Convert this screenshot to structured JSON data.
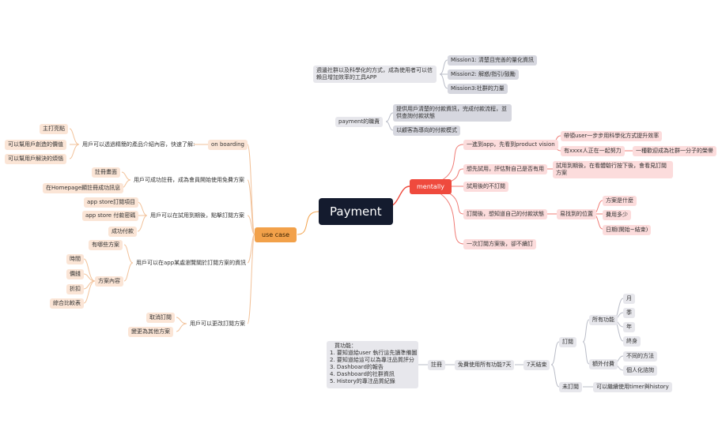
{
  "root": "Payment",
  "top": {
    "intro": "週邊社群以及科學化的方式，成為使用者可以信賴且增加效率的工具APP",
    "missions": [
      "Mission1: 清楚且完善的量化資訊",
      "Mission2: 解惑/指引/鼓勵",
      "Mission3:社群的力量"
    ],
    "payment_role": "payment的職責",
    "roles": [
      "提供用戶清楚的付款資訊，完成付款流程，並供查詢付款狀態",
      "以顧客為導向的付款模式"
    ]
  },
  "mentally": {
    "label": "mentally",
    "b1": "一進到app，先看到product vision",
    "b1a": "帶領user一步步用科學化方式提升效率",
    "b1b": "有xxxx人正在一起努力",
    "b1b1": "一種歡迎成為社群一分子的榮譽",
    "b2": "想先試用，評估對自己是否有用",
    "b2a": "試用到期後，在看體驗行按下後，會看見訂閱方案",
    "b3": "試用後的不訂閱",
    "b4": "訂閱後，想知道自己的付款狀態",
    "b4a": "易找到的位置",
    "b4a_items": [
      "方案是什麼",
      "費用多少",
      "日期(開始~結束)"
    ],
    "b5": "一次訂閱方案後，卻不續訂"
  },
  "usecase": {
    "label": "use case",
    "u1": "on boarding",
    "u1a": "用戶可以透過精簡的產品介紹內容，快速了解:",
    "u1a_items": [
      "主打亮點",
      "可以幫用戶創造的價值",
      "可以幫用戶解決的煩惱"
    ],
    "u2": "用戶可成功註冊，成為會員開始使用免費方案",
    "u2_items": [
      "註冊畫面",
      "在Homepage顯註冊成功訊息"
    ],
    "u3": "用戶可以在試用到期後，點擊訂閱方案",
    "u3_items": [
      "app store訂閱項目",
      "app store 付款密碼",
      "成功付款"
    ],
    "u4": "用戶可以在app某處瀏覽關於訂閱方案的資訊",
    "u4a": "有哪些方案",
    "u4b": "方案內容",
    "u4b_items": [
      "時間",
      "價錢",
      "折扣",
      "綜合比較表"
    ],
    "u5": "用戶可以更改訂閱方案",
    "u5_items": [
      "取消訂閱",
      "變更為其他方案"
    ]
  },
  "bottom": {
    "buy_title": "買功能：",
    "buy_items": [
      "1. 要知道給user 執行這先讀準備圖",
      "2. 要知道給這可以為專注品質評分",
      "3. Dashboard的報告",
      "4. Dashboard的社群資訊",
      "5. History的專注品質紀錄"
    ],
    "register": "註冊",
    "free7": "免費使用所有功能7天",
    "end7": "7天結束",
    "sub": "訂閱",
    "all_features": "所有功能",
    "periods": [
      "月",
      "季",
      "年",
      "終身"
    ],
    "extra": "額外付費",
    "extra_items": [
      "不同的方法",
      "個人化諮詢"
    ],
    "nosub": "未訂閱",
    "nosub_a": "可以繼續使用timer與history"
  }
}
